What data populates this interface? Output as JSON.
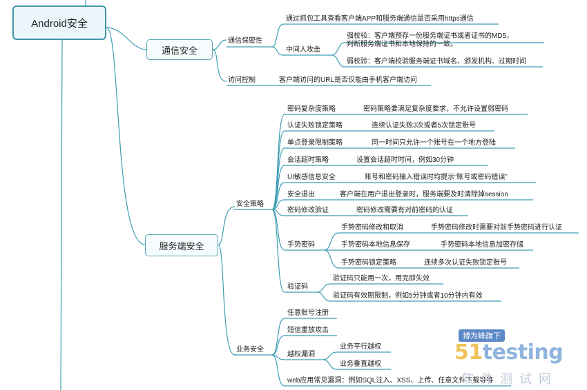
{
  "root": {
    "label": "Android安全"
  },
  "comm": {
    "label": "通信安全",
    "conf": {
      "label": "通信保密性",
      "capture": "通过抓包工具查看客户端APP和服务端通信是否采用https通信",
      "mitm": {
        "label": "中间人攻击",
        "strong": [
          "强校验：客户端预存一份服务端证书或者证书的MD5，",
          "判断服务端证书和本地保持的一致。"
        ],
        "weak": "弱校验：客户端校验服务端证书域名、颁发机构、过期时间"
      }
    },
    "access": {
      "label": "访问控制",
      "desc": "客户端访问的URL是否仅能由手机客户端访问"
    }
  },
  "server": {
    "label": "服务端安全",
    "policy": {
      "label": "安全策略",
      "items": [
        {
          "name": "密码复杂度策略",
          "desc": "密码策略要满足复杂度要求，不允许设置弱密码"
        },
        {
          "name": "认证失败锁定策略",
          "desc": "连续认证失败3次或者5次锁定账号"
        },
        {
          "name": "单点登录限制策略",
          "desc": "同一时间只允许一个账号在一个地方登陆"
        },
        {
          "name": "会话超时策略",
          "desc": "设置会话超时时间，例如30分钟"
        },
        {
          "name": "UI敏感信息安全",
          "desc": "账号和密码输入错误时均提示“账号或密码错误”"
        },
        {
          "name": "安全退出",
          "desc": "客户端在用户退出登录时，服务端要及时清除掉session"
        },
        {
          "name": "密码修改验证",
          "desc": "密码修改需要有对前密码的认证"
        }
      ],
      "gesture": {
        "label": "手势密码",
        "items": [
          {
            "name": "手势密码修改和取消",
            "desc": "手势密码修改时需要对前手势密码进行认证"
          },
          {
            "name": "手势密码本地信息保存",
            "desc": "手势密码本地信息加密存储"
          },
          {
            "name": "手势密码锁定策略",
            "desc": "连续多次认证失败锁定账号"
          }
        ]
      },
      "captcha": {
        "label": "验证码",
        "items": [
          "验证码只能用一次，用完即失效",
          "验证码有效期限制，例如5分钟或者10分钟内有效"
        ]
      }
    },
    "business": {
      "label": "业务安全",
      "register": "任意账号注册",
      "replay": "短信重放攻击",
      "privesc": {
        "label": "越权漏洞",
        "items": [
          "业务平行越权",
          "业务垂直越权"
        ]
      },
      "web": "web应用常见漏洞：例如SQL注入、XSS、上传、任意文件下载等等"
    }
  },
  "watermark": {
    "badge": "博为峰旗下",
    "brand_num": "51",
    "brand_text": "testing",
    "sub": "软件测试网"
  },
  "colors": {
    "line": "#3c9db3",
    "node_border": "#3c95a8",
    "node_fill": "#eaf6fb"
  }
}
